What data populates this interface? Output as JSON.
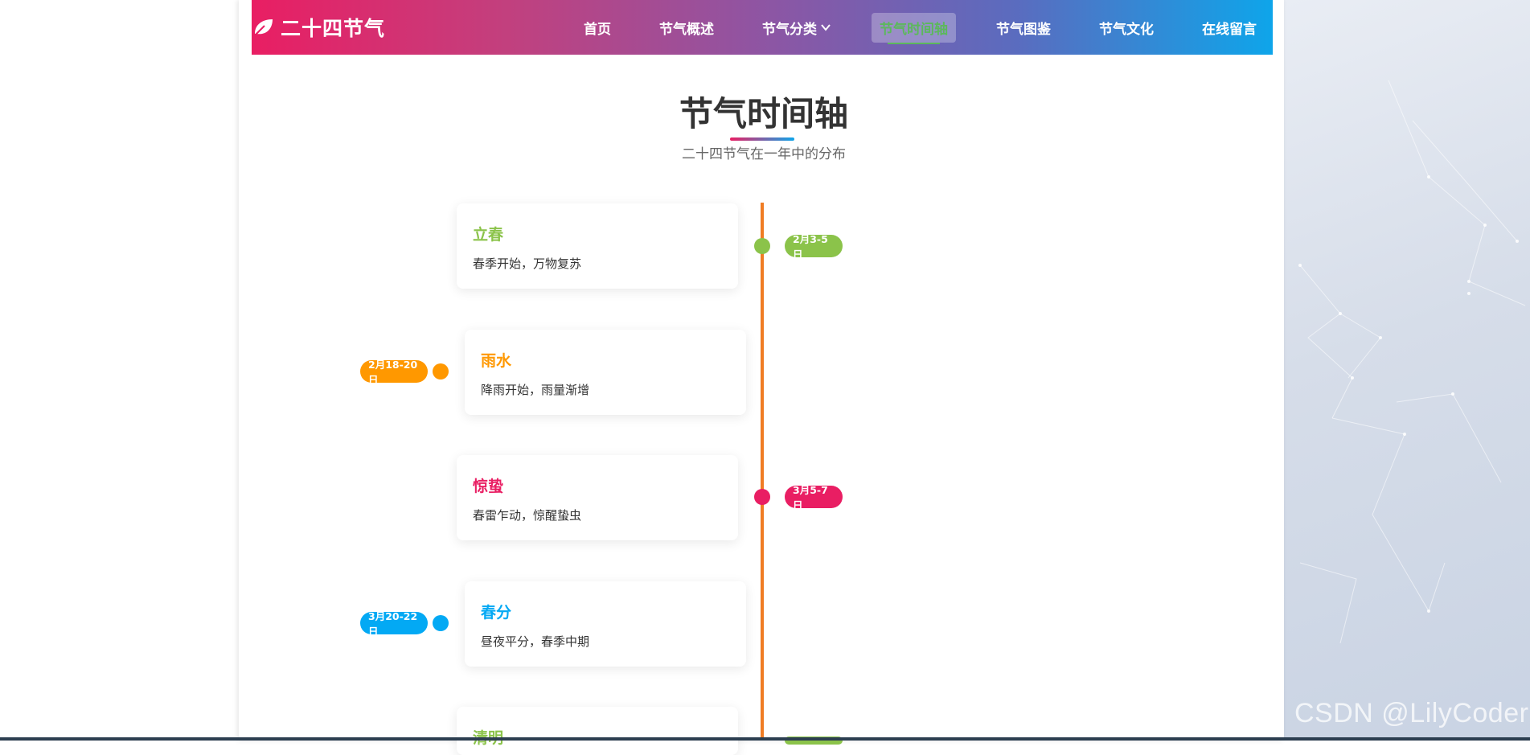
{
  "brand": {
    "name": "二十四节气",
    "icon": "leaf-icon"
  },
  "nav": [
    {
      "label": "首页"
    },
    {
      "label": "节气概述"
    },
    {
      "label": "节气分类",
      "dropdown": true
    },
    {
      "label": "节气时间轴",
      "active": true
    },
    {
      "label": "节气图鉴"
    },
    {
      "label": "节气文化"
    },
    {
      "label": "在线留言"
    }
  ],
  "page": {
    "title": "节气时间轴",
    "subtitle": "二十四节气在一年中的分布"
  },
  "timeline": [
    {
      "name": "立春",
      "desc": "春季开始，万物复苏",
      "date": "2月3-5日",
      "color": "#8bc34a",
      "side": "left"
    },
    {
      "name": "雨水",
      "desc": "降雨开始，雨量渐增",
      "date": "2月18-20日",
      "color": "#ff9800",
      "side": "right"
    },
    {
      "name": "惊蛰",
      "desc": "春雷乍动，惊醒蛰虫",
      "date": "3月5-7日",
      "color": "#e91e63",
      "side": "left"
    },
    {
      "name": "春分",
      "desc": "昼夜平分，春季中期",
      "date": "3月20-22日",
      "color": "#03a9f4",
      "side": "right"
    },
    {
      "name": "清明",
      "desc": "",
      "date": "",
      "color": "#8bc34a",
      "side": "left"
    }
  ],
  "colors": {
    "axis": "#f07c24",
    "navStart": "#e91e63",
    "navEnd": "#0ea5ea",
    "activeNav": "#5cb85c"
  },
  "watermark": "CSDN @LilyCoder"
}
